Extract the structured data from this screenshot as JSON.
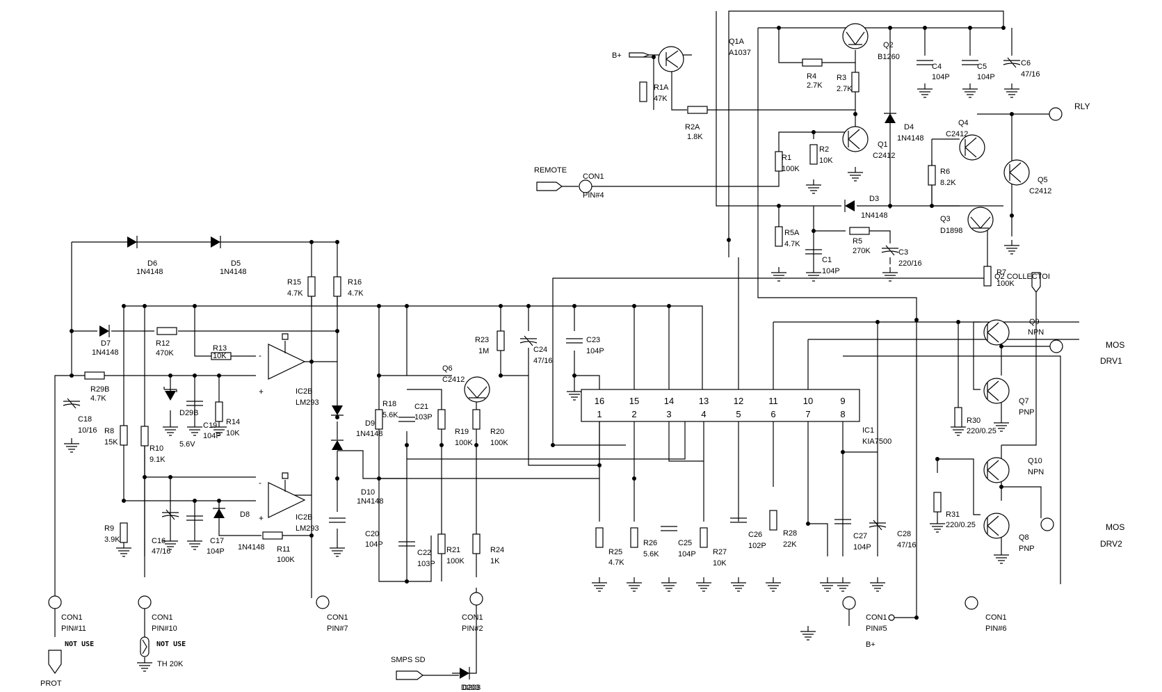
{
  "title": "",
  "transistors": {
    "q1a": {
      "ref": "Q1A",
      "part": "A1037"
    },
    "q2": {
      "ref": "Q2",
      "part": "B1260"
    },
    "q1": {
      "ref": "Q1",
      "part": "C2412"
    },
    "q4": {
      "ref": "Q4",
      "part": "C2412"
    },
    "q5": {
      "ref": "Q5",
      "part": "C2412"
    },
    "q3": {
      "ref": "Q3",
      "part": "D1898"
    },
    "q6": {
      "ref": "Q6",
      "part": "C2412"
    },
    "q9": {
      "ref": "Q9",
      "part": "NPN"
    },
    "q7": {
      "ref": "Q7",
      "part": "PNP"
    },
    "q10": {
      "ref": "Q10",
      "part": "NPN"
    },
    "q8": {
      "ref": "Q8",
      "part": "PNP"
    }
  },
  "resistors": {
    "r1a": {
      "ref": "R1A",
      "val": "47K"
    },
    "r2a": {
      "ref": "R2A",
      "val": "1.8K"
    },
    "r4": {
      "ref": "R4",
      "val": "2.7K"
    },
    "r3": {
      "ref": "R3",
      "val": "2.7K"
    },
    "r1": {
      "ref": "R1",
      "val": "100K"
    },
    "r2": {
      "ref": "R2",
      "val": "10K"
    },
    "r5a": {
      "ref": "R5A",
      "val": "4.7K"
    },
    "r5": {
      "ref": "R5",
      "val": "270K"
    },
    "r6": {
      "ref": "R6",
      "val": "8.2K"
    },
    "r7": {
      "ref": "R7",
      "val": "100K"
    },
    "r15": {
      "ref": "R15",
      "val": "4.7K"
    },
    "r16": {
      "ref": "R16",
      "val": "4.7K"
    },
    "r12": {
      "ref": "R12",
      "val": "470K"
    },
    "r13": {
      "ref": "R13",
      "val": "10K"
    },
    "r29b": {
      "ref": "R29B",
      "val": "4.7K"
    },
    "r14": {
      "ref": "R14",
      "val": "10K"
    },
    "r8": {
      "ref": "R8",
      "val": "15K"
    },
    "r10": {
      "ref": "R10",
      "val": "9.1K"
    },
    "r9": {
      "ref": "R9",
      "val": "3.9K"
    },
    "r11": {
      "ref": "R11",
      "val": "100K"
    },
    "r23": {
      "ref": "R23",
      "val": "1M"
    },
    "r18": {
      "ref": "R18",
      "val": "5.6K"
    },
    "r19": {
      "ref": "R19",
      "val": "100K"
    },
    "r20": {
      "ref": "R20",
      "val": "100K"
    },
    "r21": {
      "ref": "R21",
      "val": "100K"
    },
    "r24": {
      "ref": "R24",
      "val": "1K"
    },
    "r25": {
      "ref": "R25",
      "val": "4.7K"
    },
    "r26": {
      "ref": "R26",
      "val": "5.6K"
    },
    "r27": {
      "ref": "R27",
      "val": "10K"
    },
    "r28": {
      "ref": "R28",
      "val": "22K"
    },
    "r30": {
      "ref": "R30",
      "val": "220/0.25"
    },
    "r31": {
      "ref": "R31",
      "val": "220/0.25"
    }
  },
  "capacitors": {
    "c4": {
      "ref": "C4",
      "val": "104P"
    },
    "c5": {
      "ref": "C5",
      "val": "104P"
    },
    "c6": {
      "ref": "C6",
      "val": "47/16"
    },
    "c1": {
      "ref": "C1",
      "val": "104P"
    },
    "c3": {
      "ref": "C3",
      "val": "220/16"
    },
    "c23": {
      "ref": "C23",
      "val": "104P"
    },
    "c24": {
      "ref": "C24",
      "val": "47/16"
    },
    "c18": {
      "ref": "C18",
      "val": "10/16"
    },
    "c19": {
      "ref": "C19",
      "val": "104P"
    },
    "c16": {
      "ref": "C16",
      "val": "47/16"
    },
    "c17": {
      "ref": "C17",
      "val": "104P"
    },
    "c20": {
      "ref": "C20",
      "val": "104P"
    },
    "c21": {
      "ref": "C21",
      "val": "103P"
    },
    "c22": {
      "ref": "C22",
      "val": "103P"
    },
    "c25": {
      "ref": "C25",
      "val": "104P"
    },
    "c26": {
      "ref": "C26",
      "val": "102P"
    },
    "c27": {
      "ref": "C27",
      "val": "104P"
    },
    "c28": {
      "ref": "C28",
      "val": "47/16"
    }
  },
  "diodes": {
    "d4": {
      "ref": "D4",
      "val": "1N4148"
    },
    "d3": {
      "ref": "D3",
      "val": "1N4148"
    },
    "d6": {
      "ref": "D6",
      "val": "1N4148"
    },
    "d5": {
      "ref": "D5",
      "val": "1N4148"
    },
    "d7": {
      "ref": "D7",
      "val": "1N4148"
    },
    "d9": {
      "ref": "D9",
      "val": "1N4148"
    },
    "d10": {
      "ref": "D10",
      "val": "1N4148"
    },
    "d8": {
      "ref": "D8",
      "val": "1N4148"
    },
    "d29b": {
      "ref": "D29B",
      "val": "5.6V"
    },
    "d203": {
      "ref": "D203",
      "val": ""
    }
  },
  "opamps": {
    "top": {
      "ref": "IC2B",
      "part": "LM293"
    },
    "bottom": {
      "ref": "IC2B",
      "part": "LM293"
    }
  },
  "ic1": {
    "ref": "IC1",
    "part": "KIA7500",
    "top_pins": [
      "16",
      "15",
      "14",
      "13",
      "12",
      "11",
      "10",
      "9"
    ],
    "bottom_pins": [
      "1",
      "2",
      "3",
      "4",
      "5",
      "6",
      "7",
      "8"
    ]
  },
  "signals": {
    "b_plus_top": "B+",
    "b_plus_bottom": "B+",
    "remote": "REMOTE",
    "rly": "RLY",
    "q2_collector": "Q2 COLLECTOI",
    "mos_drv1_a": "MOS",
    "mos_drv1_b": "DRV1",
    "mos_drv2_a": "MOS",
    "mos_drv2_b": "DRV2",
    "smps_sd": "SMPS SD",
    "prot": "PROT",
    "not_use_1": "NOT USE",
    "not_use_2": "NOT USE",
    "th": "TH 20K"
  },
  "connectors": {
    "con_remote": {
      "name": "CON1",
      "pin": "PIN#4"
    },
    "con_pin11": {
      "name": "CON1",
      "pin": "PIN#11"
    },
    "con_pin10": {
      "name": "CON1",
      "pin": "PIN#10"
    },
    "con_pin7": {
      "name": "CON1",
      "pin": "PIN#7"
    },
    "con_pin2": {
      "name": "CON1",
      "pin": "PIN#2"
    },
    "con_pin5": {
      "name": "CON1",
      "pin": "PIN#5"
    },
    "con_pin6": {
      "name": "CON1",
      "pin": "PIN#6"
    }
  }
}
